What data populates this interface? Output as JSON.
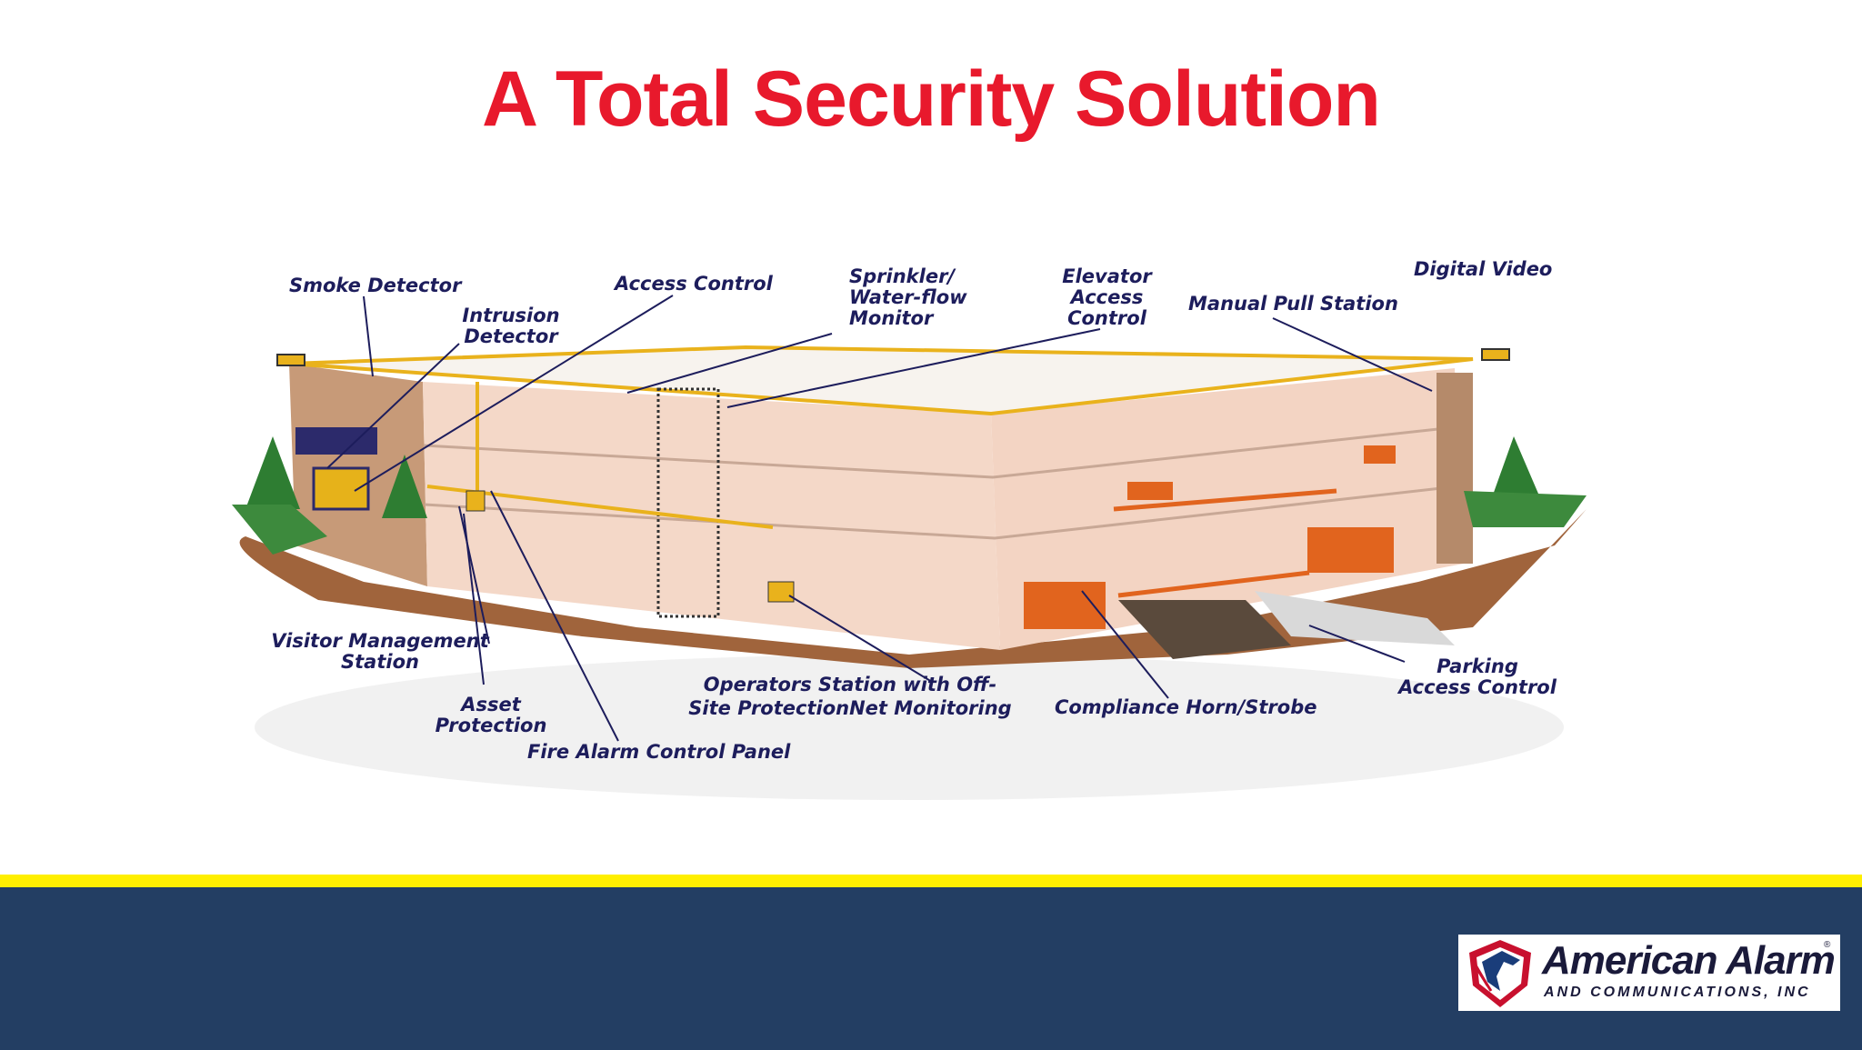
{
  "slide": {
    "title": "A Total Security Solution"
  },
  "labels": {
    "smoke_detector": "Smoke Detector",
    "intrusion_detector": [
      "Intrusion",
      "Detector"
    ],
    "access_control": "Access Control",
    "sprinkler": [
      "Sprinkler/",
      "Water-flow",
      "Monitor"
    ],
    "elevator": [
      "Elevator",
      "Access",
      "Control"
    ],
    "manual_pull": "Manual Pull Station",
    "digital_video": "Digital Video",
    "visitor_management": [
      "Visitor Management",
      "Station"
    ],
    "asset_protection": [
      "Asset",
      "Protection"
    ],
    "fire_alarm_panel": "Fire Alarm Control Panel",
    "operators_station": [
      "Operators Station with Off-",
      "Site ProtectionNet Monitoring"
    ],
    "compliance_horn": "Compliance Horn/Strobe",
    "parking_access": [
      "Parking",
      "Access Control"
    ]
  },
  "logo": {
    "name": "American Alarm",
    "subtitle": "AND COMMUNICATIONS, INC",
    "registered": "®"
  },
  "colors": {
    "title": "#e8192c",
    "footer": "#233e63",
    "band": "#ffef00",
    "label": "#1d1d5c"
  }
}
